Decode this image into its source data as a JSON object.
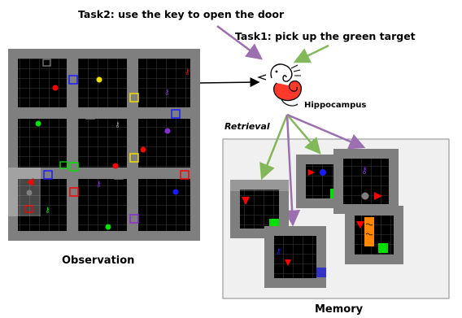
{
  "task2": "Task2: use the key to open the door",
  "task1": "Task1: pick up the green target",
  "hippocampus_label": "Hippocampus",
  "retrieval_label": "Retrieval",
  "observation_label": "Observation",
  "memory_label": "Memory",
  "colors": {
    "task2_arrow": "#9b6fb0",
    "task1_arrow": "#82b85a",
    "memory_arrow_green": "#82b85a",
    "memory_arrow_purple": "#9b6fb0",
    "grid_bg": "#000000",
    "wall": "#7f7f7f",
    "red": "#ff0000",
    "green": "#00e000",
    "blue": "#1a1aff",
    "purple": "#8c2bd6",
    "yellow": "#f0e000",
    "orange": "#ff8800"
  },
  "icons": {
    "hippocampus": "seahorse-icon"
  }
}
